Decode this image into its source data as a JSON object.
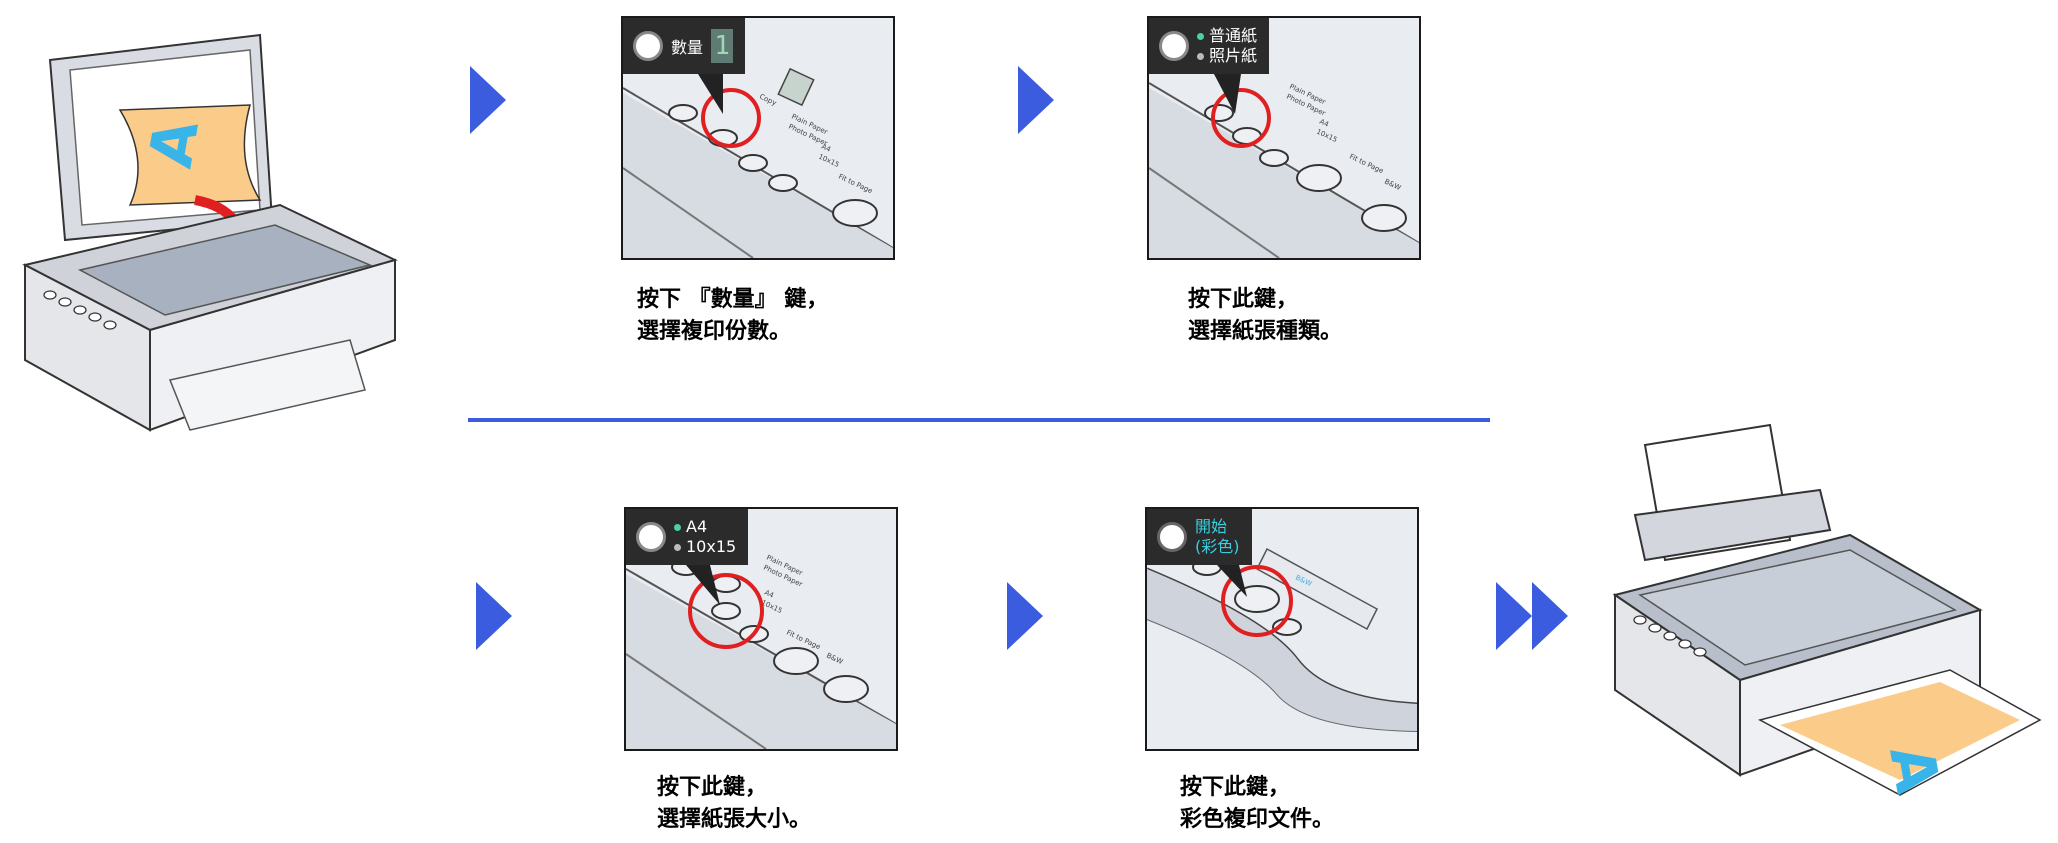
{
  "colors": {
    "accent": "#3c5ce0",
    "highlight": "#e02020",
    "paper": "#fbcb8a",
    "letter": "#38b4e8"
  },
  "steps": [
    {
      "badge": {
        "label": "數量",
        "display": "1"
      },
      "caption": [
        "按下 『數量』 鍵，",
        "選擇複印份數。"
      ]
    },
    {
      "badge": {
        "options": [
          "普通紙",
          "照片紙"
        ]
      },
      "caption": [
        "按下此鍵，",
        "選擇紙張種類。"
      ]
    },
    {
      "badge": {
        "options": [
          "A4",
          "10x15"
        ]
      },
      "caption": [
        "按下此鍵，",
        "選擇紙張大小。"
      ]
    },
    {
      "badge": {
        "options": [
          "開始",
          "(彩色)"
        ]
      },
      "caption": [
        "按下此鍵，",
        "彩色複印文件。"
      ]
    }
  ],
  "panel_labels": [
    "Copy",
    "Plain Paper",
    "Photo Paper",
    "A4",
    "10x15",
    "Fit to Page",
    "B&W"
  ]
}
